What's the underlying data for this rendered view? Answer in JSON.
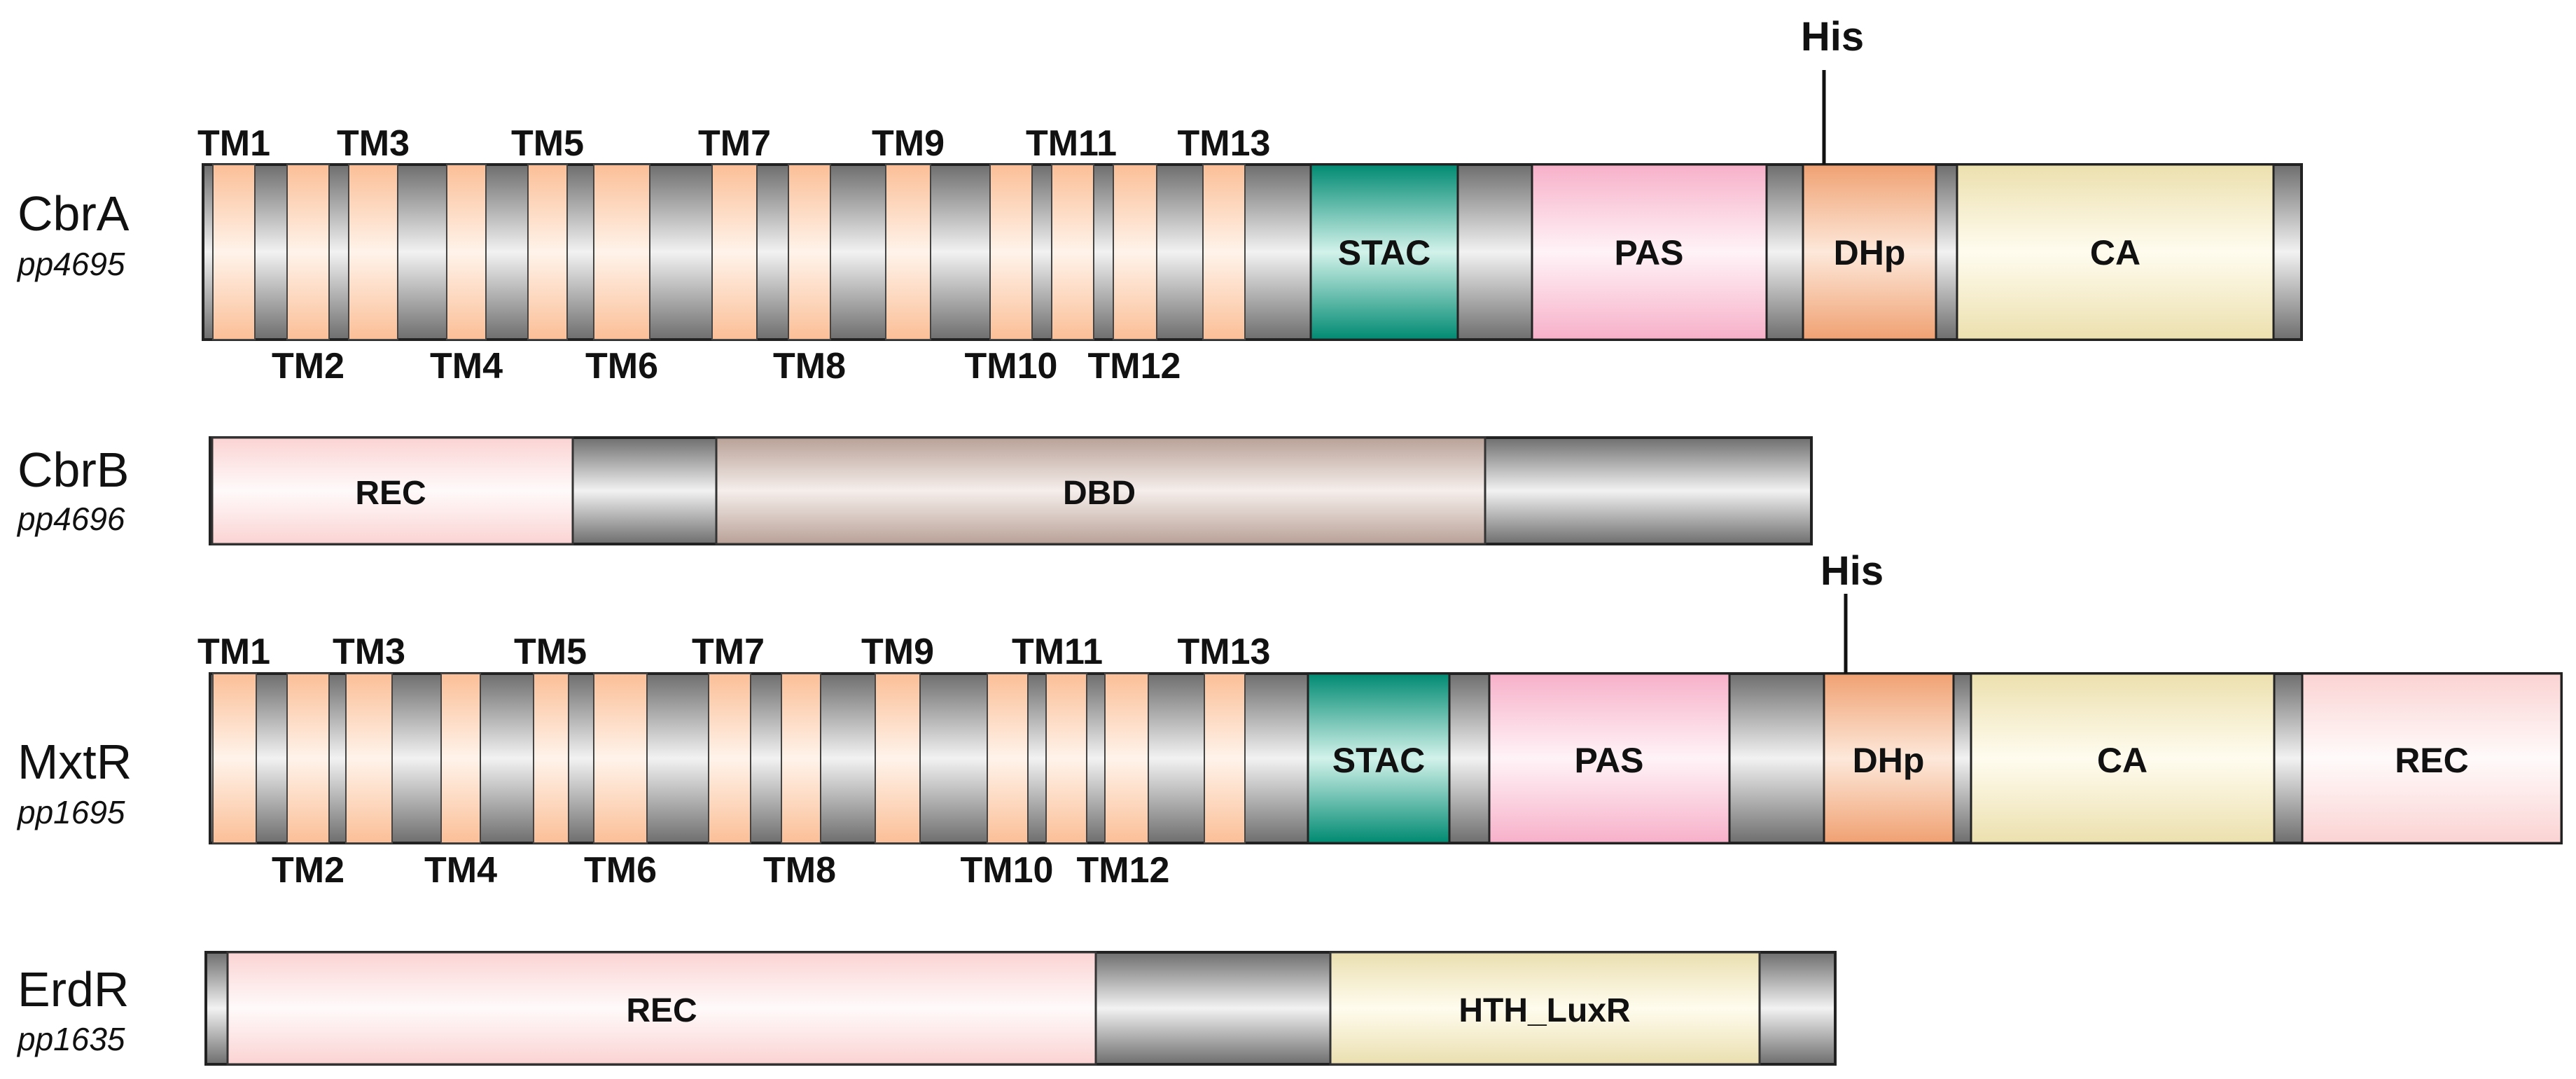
{
  "proteins": [
    {
      "name": "CbrA",
      "gene": "pp4695",
      "tm_top": [
        "TM1",
        "TM3",
        "TM5",
        "TM7",
        "TM9",
        "TM11",
        "TM13"
      ],
      "tm_bottom": [
        "TM2",
        "TM4",
        "TM6",
        "TM8",
        "TM10",
        "TM12"
      ],
      "domains": [
        "STAC",
        "PAS",
        "DHp",
        "CA"
      ],
      "marker": "His"
    },
    {
      "name": "CbrB",
      "gene": "pp4696",
      "domains": [
        "REC",
        "DBD"
      ]
    },
    {
      "name": "MxtR",
      "gene": "pp1695",
      "tm_top": [
        "TM1",
        "TM3",
        "TM5",
        "TM7",
        "TM9",
        "TM11",
        "TM13"
      ],
      "tm_bottom": [
        "TM2",
        "TM4",
        "TM6",
        "TM8",
        "TM10",
        "TM12"
      ],
      "domains": [
        "STAC",
        "PAS",
        "DHp",
        "CA",
        "REC"
      ],
      "marker": "His"
    },
    {
      "name": "ErdR",
      "gene": "pp1635",
      "domains": [
        "REC",
        "HTH_LuxR"
      ]
    }
  ],
  "colors": {
    "linker": "#9a9a9a",
    "tm": "#fcc8a4",
    "STAC": "#0e9e86",
    "PAS": "#f7b9cf",
    "DHp": "#f2ad85",
    "CA": "#f0e5b8",
    "REC": "#fbd8d8",
    "DBD": "#c4aea6",
    "HTH_LuxR": "#ede2b8"
  }
}
